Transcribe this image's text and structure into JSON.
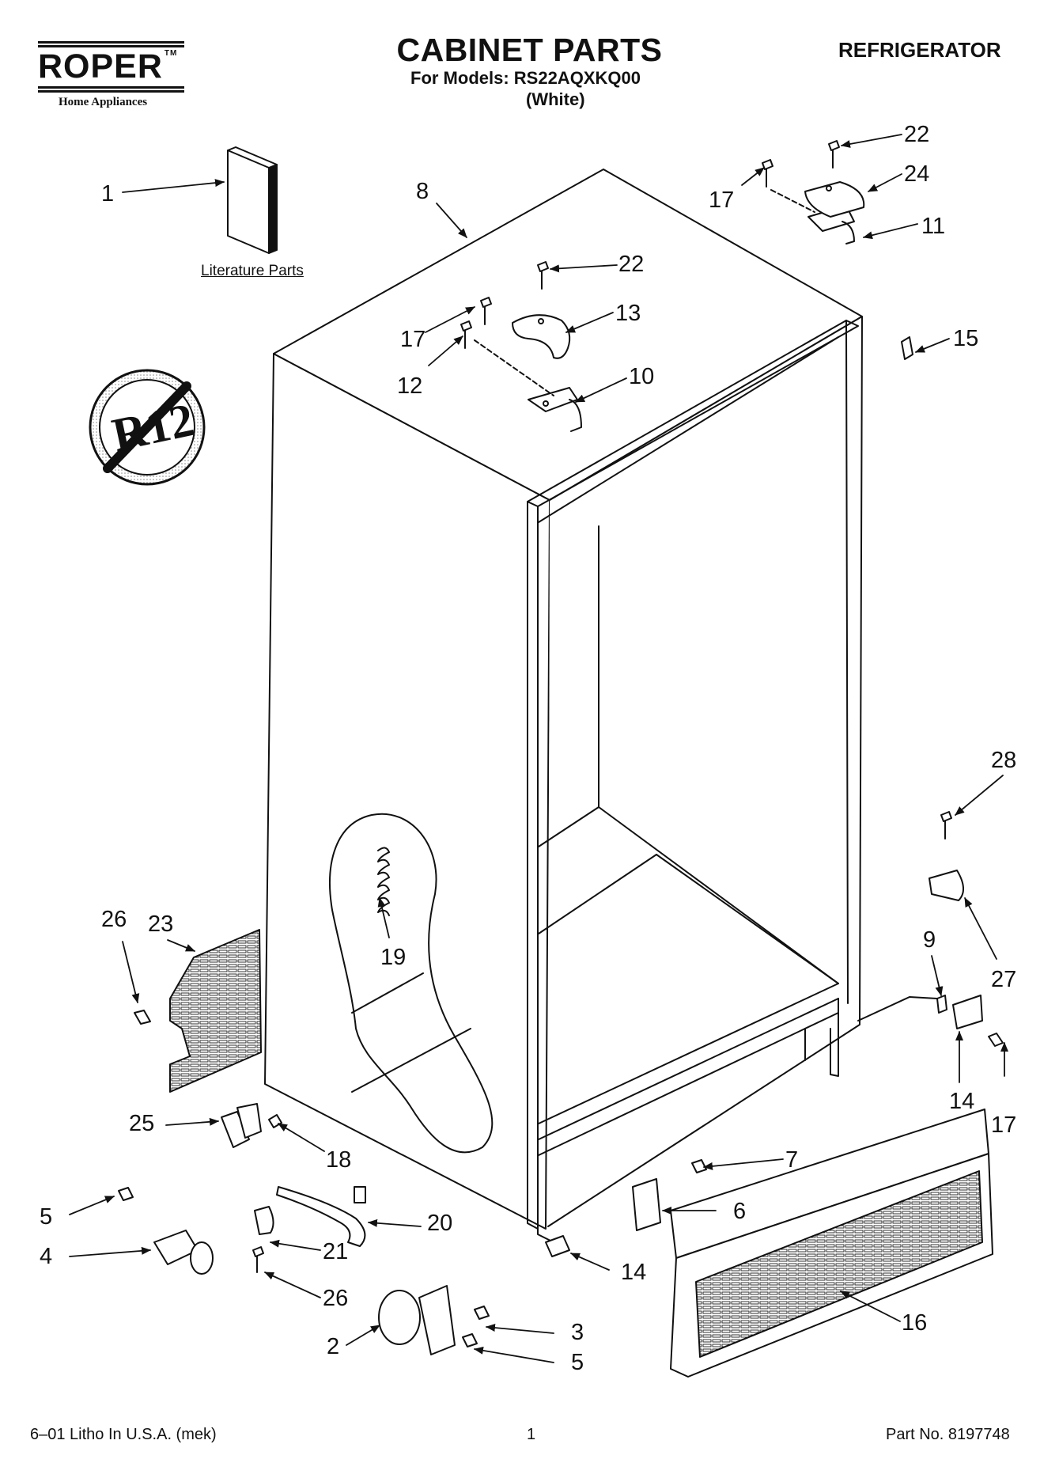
{
  "header": {
    "brand": "ROPER",
    "trademark": "TM",
    "brand_sub": "Home Appliances",
    "title": "CABINET PARTS",
    "models_line": "For Models: RS22AQXKQ00",
    "color_line": "(White)",
    "category": "REFRIGERATOR"
  },
  "literature_label": "Literature Parts",
  "badge_text": "R12",
  "callouts": [
    "1",
    "8",
    "22",
    "24",
    "17",
    "11",
    "22",
    "13",
    "17",
    "12",
    "10",
    "15",
    "28",
    "26",
    "23",
    "19",
    "9",
    "27",
    "14",
    "17",
    "25",
    "18",
    "7",
    "6",
    "5",
    "20",
    "4",
    "21",
    "14",
    "26",
    "16",
    "3",
    "2",
    "5"
  ],
  "footer": {
    "left": "6–01 Litho In U.S.A. (mek)",
    "center": "1",
    "right": "Part No. 8197748"
  }
}
